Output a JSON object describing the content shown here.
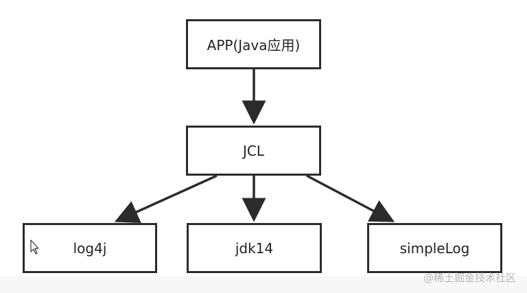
{
  "nodes": {
    "app": "APP(Java应用)",
    "jcl": "JCL",
    "log4j": "log4j",
    "jdk14": "jdk14",
    "simplelog": "simpleLog"
  },
  "edges": [
    {
      "from": "app",
      "to": "jcl"
    },
    {
      "from": "jcl",
      "to": "log4j"
    },
    {
      "from": "jcl",
      "to": "jdk14"
    },
    {
      "from": "jcl",
      "to": "simplelog"
    }
  ],
  "watermark": "@稀土掘金技术社区",
  "colors": {
    "stroke": "#2b2b2b",
    "text": "#222222",
    "watermark": "#b8b8b8",
    "background": "#ffffff"
  }
}
